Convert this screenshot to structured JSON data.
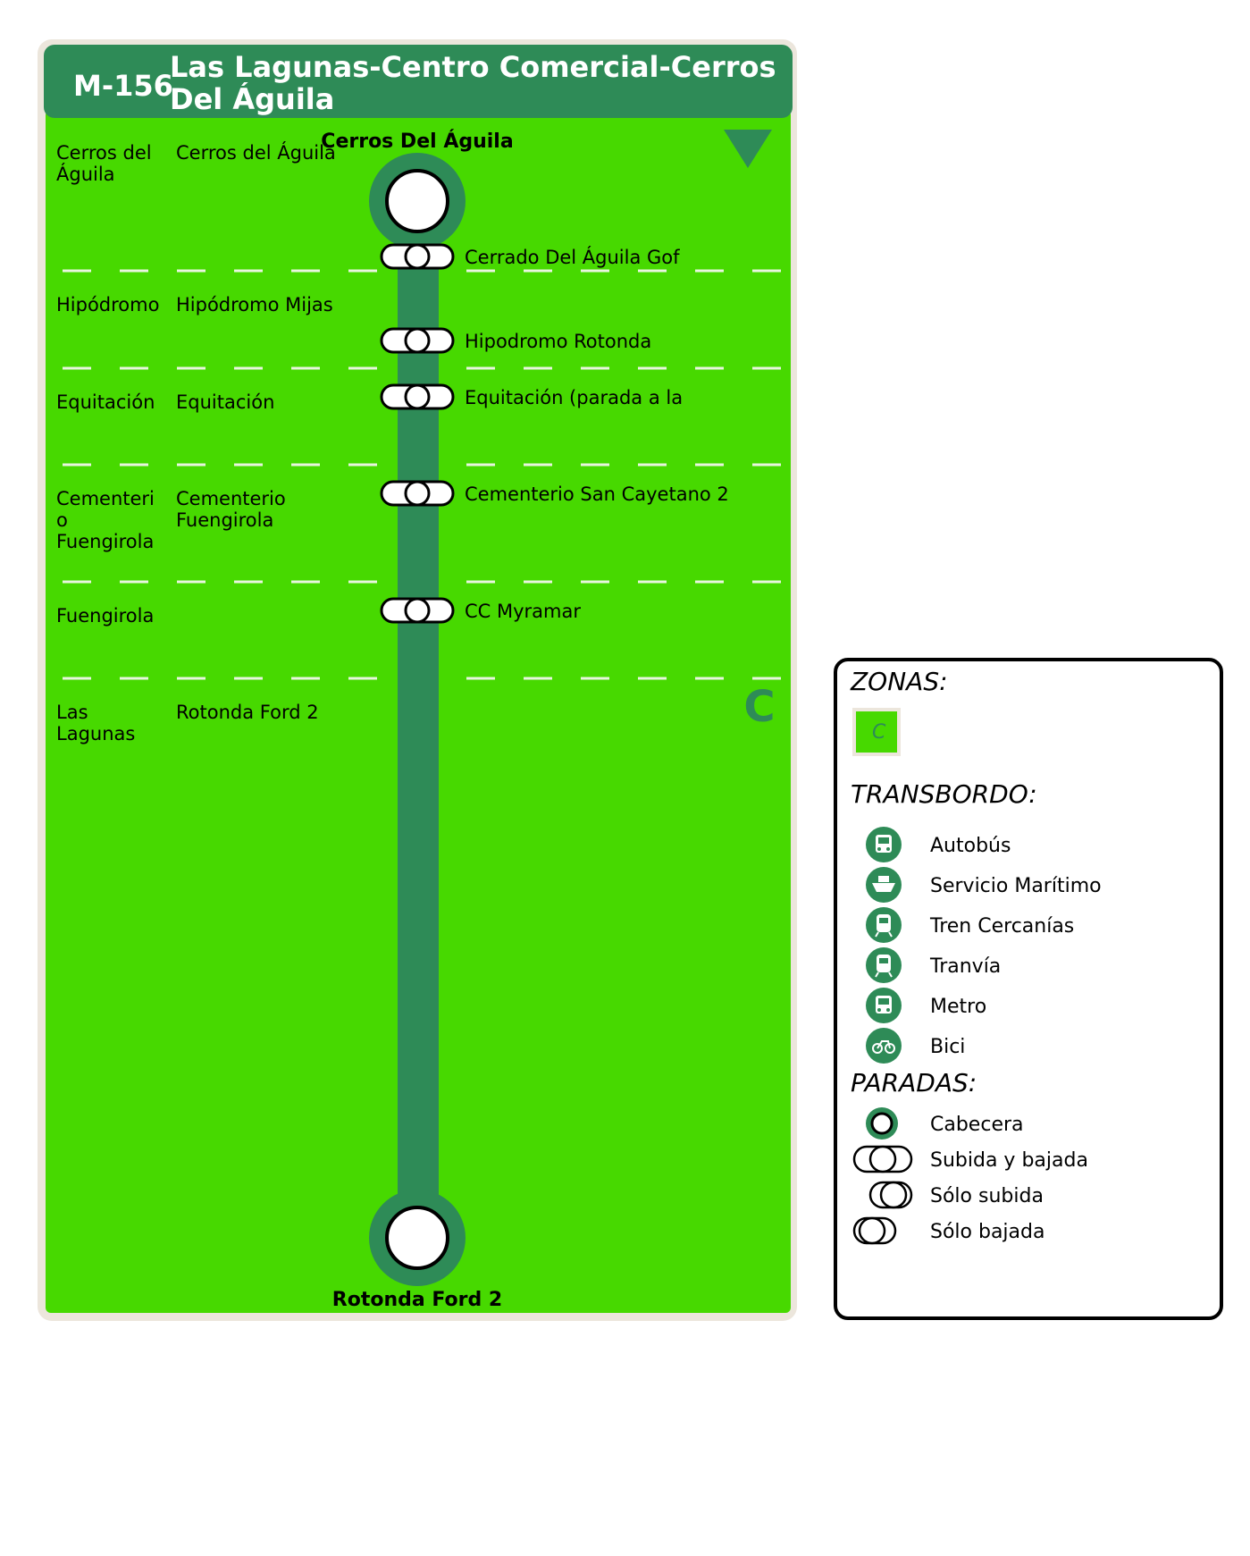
{
  "colors": {
    "zone_green": "#47d900",
    "line_green": "#2e8b57",
    "frame_beige": "#ece6dc",
    "stop_fill": "#ffffff",
    "stroke": "#000000",
    "zone_letter": "#2e8b57"
  },
  "header": {
    "code": "M-156",
    "title_line1": "Las Lagunas-Centro Comercial-Cerros",
    "title_line2": "Del Águila"
  },
  "direction_icon": "triangle-down-icon",
  "terminals": {
    "start": "Cerros Del Águila",
    "end": "Rotonda Ford 2"
  },
  "sections": [
    {
      "municipio": [
        "Cerros del",
        "Águila"
      ],
      "nucleo": [
        "Cerros del Águila"
      ],
      "stops": [
        "Cerrado Del Águila Gof"
      ]
    },
    {
      "municipio": [
        "Hipódromo"
      ],
      "nucleo": [
        "Hipódromo Mijas"
      ],
      "stops": [
        "Hipodromo Rotonda"
      ]
    },
    {
      "municipio": [
        "Equitación"
      ],
      "nucleo": [
        "Equitación"
      ],
      "stops": [
        "Equitación (parada a la"
      ]
    },
    {
      "municipio": [
        "Cementeri",
        "o",
        "Fuengirola"
      ],
      "nucleo": [
        "Cementerio",
        "Fuengirola"
      ],
      "stops": [
        "Cementerio San Cayetano 2"
      ]
    },
    {
      "municipio": [
        "Fuengirola"
      ],
      "nucleo": [],
      "stops": [
        "CC Myramar"
      ]
    },
    {
      "municipio": [
        "Las",
        "Lagunas"
      ],
      "nucleo": [
        "Rotonda Ford 2"
      ],
      "stops": []
    }
  ],
  "zone_marker": "C",
  "legend": {
    "zonas_title": "ZONAS:",
    "zonas": [
      {
        "label": "C",
        "color": "#47d900"
      }
    ],
    "transbordo_title": "TRANSBORDO:",
    "transbordo": [
      {
        "label": "Autobús",
        "icon": "bus-icon"
      },
      {
        "label": "Servicio Marítimo",
        "icon": "ferry-icon"
      },
      {
        "label": "Tren Cercanías",
        "icon": "train-icon"
      },
      {
        "label": "Tranvía",
        "icon": "tram-icon"
      },
      {
        "label": "Metro",
        "icon": "metro-icon"
      },
      {
        "label": "Bici",
        "icon": "bike-icon"
      }
    ],
    "paradas_title": "PARADAS:",
    "paradas": [
      {
        "label": "Cabecera",
        "icon": "terminal-stop-icon"
      },
      {
        "label": "Subida y bajada",
        "icon": "board-alight-stop-icon"
      },
      {
        "label": "Sólo subida",
        "icon": "board-only-stop-icon"
      },
      {
        "label": "Sólo bajada",
        "icon": "alight-only-stop-icon"
      }
    ]
  }
}
